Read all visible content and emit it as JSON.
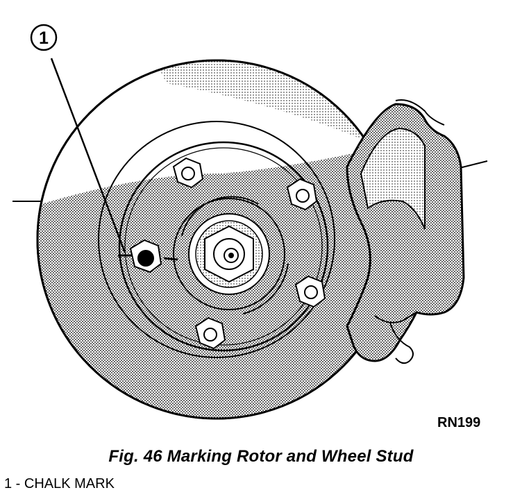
{
  "figure": {
    "callout_number": "1",
    "ref_code": "RN199",
    "caption": "Fig. 46 Marking Rotor and Wheel Stud",
    "legend": [
      {
        "text": "1 - CHALK MARK"
      }
    ]
  },
  "colors": {
    "line": "#000000",
    "shade": "#9a9a9a",
    "light_shade": "#c8c8c8",
    "background": "#ffffff"
  }
}
